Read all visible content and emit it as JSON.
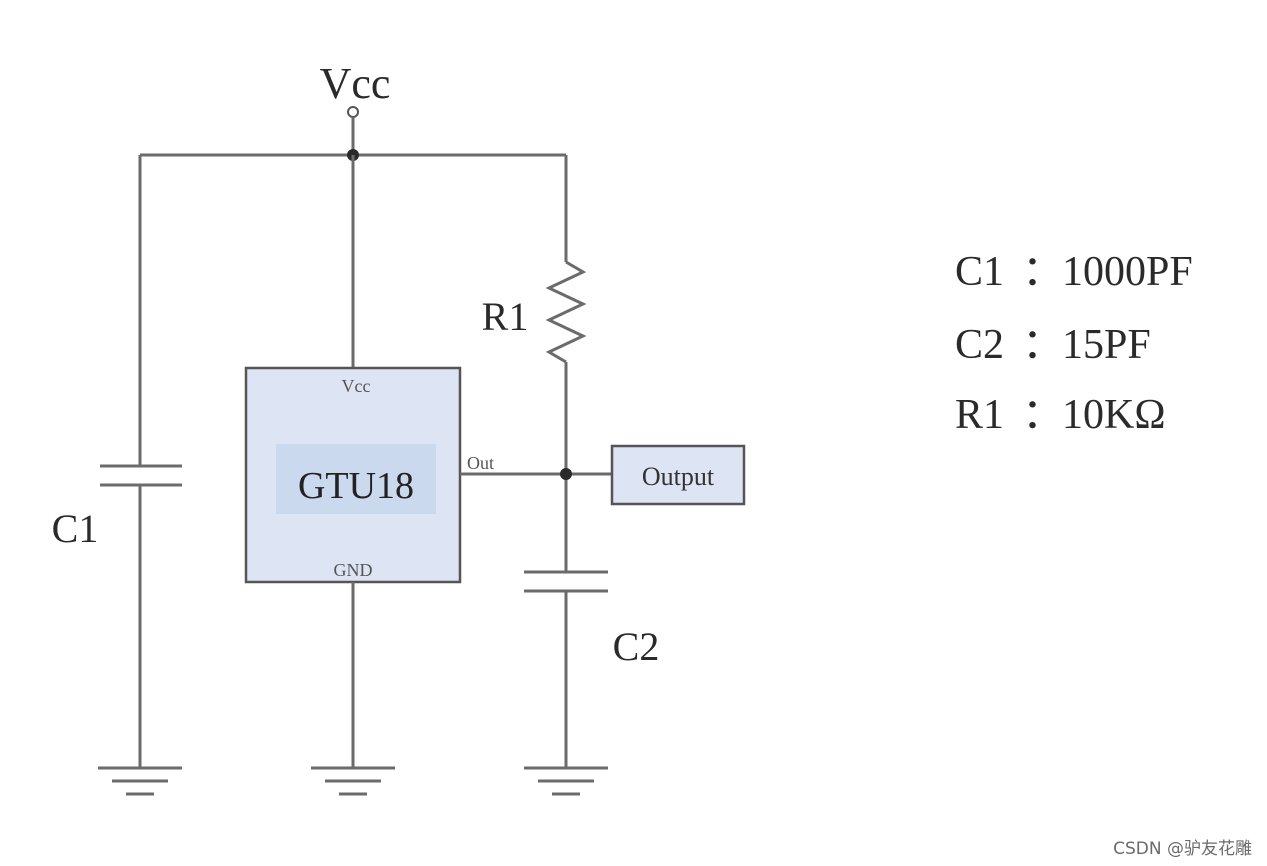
{
  "labels": {
    "vcc_top": "Vcc",
    "r1": "R1",
    "c1": "C1",
    "c2": "C2"
  },
  "chip": {
    "name": "GTU18",
    "pin_vcc": "Vcc",
    "pin_out": "Out",
    "pin_gnd": "GND"
  },
  "output_box": "Output",
  "specs": [
    {
      "name": "C1",
      "sep": "：",
      "value": "1000PF"
    },
    {
      "name": "C2",
      "sep": "：",
      "value": "15PF"
    },
    {
      "name": "R1",
      "sep": "：",
      "value": "10KΩ"
    }
  ],
  "watermark": "CSDN @驴友花雕",
  "colors": {
    "wire": "#6b6b6b",
    "chip_fill": "#dde5f4",
    "chip_inner": "#cbd9ef",
    "output_fill": "#dde5f4"
  }
}
